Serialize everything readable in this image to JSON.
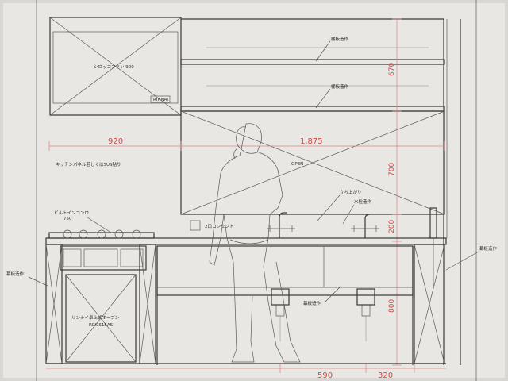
{
  "labels": {
    "range_hood": "シロッコファン 900",
    "hood_badge": "RINNAI",
    "shelf_upper": "棚板造作",
    "shelf_lower": "棚板造作",
    "kitchen_panel": "キッチンパネル若しくはSUS貼り",
    "cooktop": "ビルトインコンロ",
    "cooktop_size": "750",
    "outlet": "2口コンセント",
    "raised_edge": "立ち上がり",
    "faucet": "水栓造作",
    "side_panel_left": "幕板造作",
    "side_panel_right": "幕板造作",
    "side_panel_bottom": "幕板造作",
    "oven": "リンナイ卓上式オーブン",
    "oven_model": "RCK-S15AS",
    "open_mark": "OPEN"
  },
  "dimensions": {
    "width_left": "920",
    "width_total": "1,875",
    "height_upper": "670",
    "height_panel": "700",
    "height_counter": "200",
    "height_base": "800",
    "sink_width": "590",
    "sink_offset": "320"
  },
  "colors": {
    "paper": "#e9e7e3",
    "line": "#3a3a3a",
    "dimension": "#d24a4a"
  }
}
